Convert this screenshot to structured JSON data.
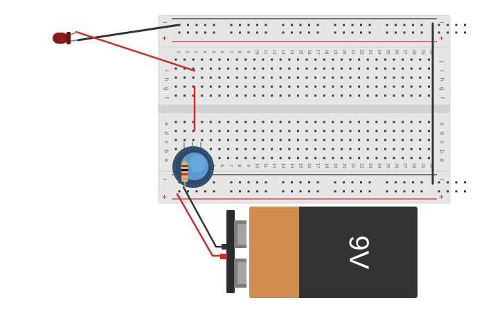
{
  "breadboard": {
    "rail_plus": "+",
    "rail_minus": "−",
    "row_letters_top": [
      "j",
      "i",
      "h",
      "g",
      "f"
    ],
    "row_letters_bottom": [
      "e",
      "d",
      "c",
      "b",
      "a"
    ],
    "column_count": 30,
    "column_numbers": [
      "1",
      "2",
      "3",
      "4",
      "5",
      "6",
      "7",
      "8",
      "9",
      "10",
      "11",
      "12",
      "13",
      "14",
      "15",
      "16",
      "17",
      "18",
      "19",
      "20",
      "21",
      "22",
      "23",
      "24",
      "25",
      "26",
      "27",
      "28",
      "29",
      "30"
    ]
  },
  "battery": {
    "label": "9V",
    "colors": {
      "cap": "#d38c4f",
      "body": "#333333",
      "terminal": "#8f8f8f"
    }
  },
  "led": {
    "color": "#8b1a1a",
    "icon": "led-icon"
  },
  "potentiometer": {
    "icon": "potentiometer-icon",
    "knob_color": "#5b9bd5"
  },
  "resistor": {
    "icon": "resistor-icon"
  },
  "wire_colors": {
    "positive": "#d62828",
    "negative": "#333333"
  },
  "board_colors": {
    "base": "#e6e6e6",
    "gap": "#d0d0d0",
    "hole": "#3a3a3a",
    "plus_line": "#d62828",
    "minus_line": "#333333"
  }
}
